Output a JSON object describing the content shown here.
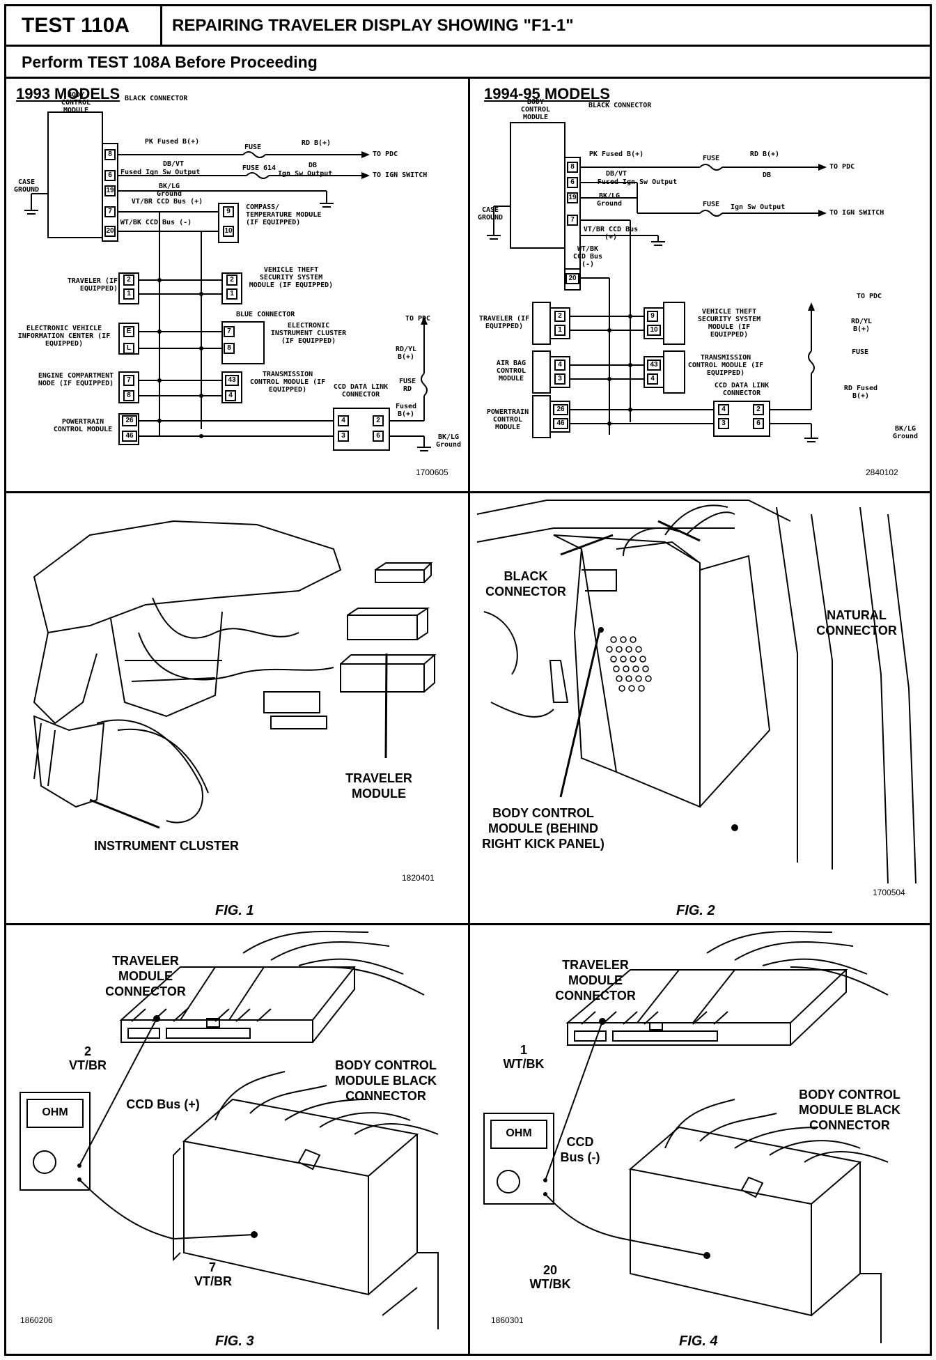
{
  "header": {
    "test_number": "TEST 110A",
    "title": "REPAIRING TRAVELER DISPLAY SHOWING \"F1-1\"",
    "subtitle": "Perform TEST 108A Before Proceeding"
  },
  "diagram_1993": {
    "heading": "1993 MODELS",
    "code": "1700605",
    "labels": {
      "bcm": "BODY CONTROL MODULE",
      "black_connector": "BLACK CONNECTOR",
      "case_ground": "CASE GROUND",
      "pk_fused": "PK Fused B(+)",
      "fuse": "FUSE",
      "rd_b": "RD B(+)",
      "to_pdc": "TO PDC",
      "db_vt": "DB/VT",
      "fused_ign": "Fused Ign Sw Output",
      "fuse_14": "FUSE 614",
      "db": "DB",
      "ign_sw_output": "Ign Sw Output",
      "to_ign": "TO IGN SWITCH",
      "bk_lg_ground": "BK/LG Ground",
      "vt_br_ccd": "VT/BR CCD Bus (+)",
      "wt_bk_ccd": "WT/BK CCD Bus (-)",
      "compass": "COMPASS/ TEMPERATURE MODULE (IF EQUIPPED)",
      "traveler": "TRAVELER (IF EQUIPPED)",
      "vtss": "VEHICLE THEFT SECURITY SYSTEM MODULE (IF EQUIPPED)",
      "blue_connector": "BLUE CONNECTOR",
      "evic": "ELECTRONIC VEHICLE INFORMATION CENTER (IF EQUIPPED)",
      "eic": "ELECTRONIC INSTRUMENT CLUSTER (IF EQUIPPED)",
      "ecm": "ENGINE COMPARTMENT NODE (IF EQUIPPED)",
      "tcm": "TRANSMISSION CONTROL MODULE (IF EQUIPPED)",
      "pcm": "POWERTRAIN CONTROL MODULE",
      "dlc": "CCD DATA LINK CONNECTOR",
      "to_pdc2": "TO PDC",
      "rd_yl": "RD/YL B(+)",
      "fuse_rd": "FUSE RD",
      "fused_b": "Fused B(+)",
      "bk_lg_ground2": "BK/LG Ground"
    },
    "pins": {
      "bcm": [
        "8",
        "6",
        "19",
        "7",
        "20"
      ],
      "compass": [
        "9",
        "10"
      ],
      "traveler": [
        "2",
        "1"
      ],
      "vtss": [
        "2",
        "1"
      ],
      "evic": [
        "E",
        "L"
      ],
      "eic": [
        "7",
        "8"
      ],
      "ecm": [
        "7",
        "8"
      ],
      "tcm": [
        "43",
        "4"
      ],
      "pcm": [
        "26",
        "46"
      ],
      "dlc_left": [
        "4",
        "3"
      ],
      "dlc_right": [
        "2",
        "6"
      ]
    }
  },
  "diagram_1994": {
    "heading": "1994-95 MODELS",
    "code": "2840102",
    "labels": {
      "bcm": "BODY CONTROL MODULE",
      "black_connector": "BLACK CONNECTOR",
      "case_ground": "CASE GROUND",
      "pk_fused": "PK Fused B(+)",
      "fuse": "FUSE",
      "rd_b": "RD B(+)",
      "to_pdc": "TO PDC",
      "db_vt": "DB/VT",
      "fused_ign": "Fused Ign Sw Output",
      "db": "DB",
      "bk_lg_ground": "BK/LG Ground",
      "fuse2": "FUSE",
      "ign_sw_output": "Ign Sw Output",
      "to_ign": "TO IGN SWITCH",
      "vt_br_ccd": "VT/BR CCD Bus (+)",
      "wt_bk_ccd": "WT/BK CCD Bus (-)",
      "traveler": "TRAVELER (IF EQUIPPED)",
      "vtss": "VEHICLE THEFT SECURITY SYSTEM MODULE (IF EQUIPPED)",
      "airbag": "AIR BAG CONTROL MODULE",
      "tcm": "TRANSMISSION CONTROL MODULE (IF EQUIPPED)",
      "pcm": "POWERTRAIN CONTROL MODULE",
      "dlc": "CCD DATA LINK CONNECTOR",
      "to_pdc2": "TO PDC",
      "rd_yl": "RD/YL B(+)",
      "fuse3": "FUSE",
      "rd_fused": "RD Fused B(+)",
      "bk_lg_ground2": "BK/LG Ground"
    },
    "pins": {
      "bcm": [
        "8",
        "6",
        "19",
        "7",
        "20"
      ],
      "traveler": [
        "2",
        "1"
      ],
      "vtss": [
        "9",
        "10"
      ],
      "airbag": [
        "4",
        "3"
      ],
      "tcm": [
        "43",
        "4"
      ],
      "pcm": [
        "26",
        "46"
      ],
      "dlc_left": [
        "4",
        "3"
      ],
      "dlc_right": [
        "2",
        "6"
      ]
    }
  },
  "fig1": {
    "caption": "FIG. 1",
    "code": "1820401",
    "labels": {
      "traveler_module": "TRAVELER MODULE",
      "instrument_cluster": "INSTRUMENT CLUSTER"
    }
  },
  "fig2": {
    "caption": "FIG. 2",
    "code": "1700504",
    "labels": {
      "black_connector": "BLACK CONNECTOR",
      "natural_connector": "NATURAL CONNECTOR",
      "bcm": "BODY CONTROL MODULE (BEHIND RIGHT KICK PANEL)"
    }
  },
  "fig3": {
    "caption": "FIG. 3",
    "code": "1860206",
    "labels": {
      "traveler_connector": "TRAVELER MODULE CONNECTOR",
      "pin_top": "2",
      "wire_top": "VT/BR",
      "bus": "CCD Bus (+)",
      "bcm_connector": "BODY CONTROL MODULE BLACK CONNECTOR",
      "pin_bottom": "7",
      "wire_bottom": "VT/BR",
      "meter": "OHM"
    }
  },
  "fig4": {
    "caption": "FIG. 4",
    "code": "1860301",
    "labels": {
      "traveler_connector": "TRAVELER MODULE CONNECTOR",
      "pin_top": "1",
      "wire_top": "WT/BK",
      "bus": "CCD Bus (-)",
      "bcm_connector": "BODY CONTROL MODULE BLACK CONNECTOR",
      "pin_bottom": "20",
      "wire_bottom": "WT/BK",
      "meter": "OHM"
    }
  }
}
